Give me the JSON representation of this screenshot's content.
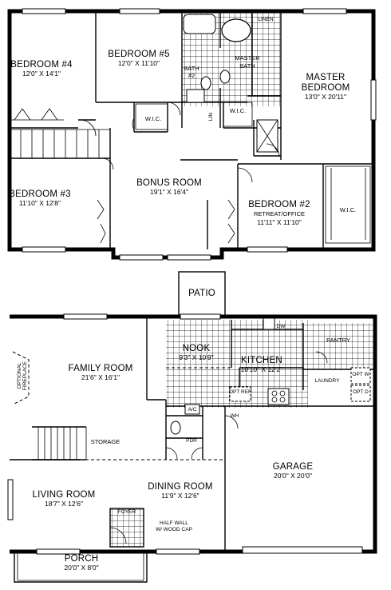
{
  "upper_floor": {
    "rooms": [
      {
        "key": "bedroom4",
        "name": "BEDROOM #4",
        "dim": "12'0\" X 14'1\""
      },
      {
        "key": "bedroom5",
        "name": "BEDROOM #5",
        "dim": "12'0\" X 11'10\""
      },
      {
        "key": "bath2_a",
        "name": "BATH",
        "dim": ""
      },
      {
        "key": "bath2_b",
        "name": "#2",
        "dim": ""
      },
      {
        "key": "linen_top",
        "name": "LINEN",
        "dim": ""
      },
      {
        "key": "master_bath_a",
        "name": "MASTER",
        "dim": ""
      },
      {
        "key": "master_bath_b",
        "name": "BATH",
        "dim": ""
      },
      {
        "key": "master_a",
        "name": "MASTER",
        "dim": ""
      },
      {
        "key": "master_b",
        "name": "BEDROOM",
        "dim": "13'0\" X 20'11\""
      },
      {
        "key": "wic1",
        "name": "W.I.C.",
        "dim": ""
      },
      {
        "key": "wic2",
        "name": "W.I.C.",
        "dim": ""
      },
      {
        "key": "wic3",
        "name": "W.I.C.",
        "dim": ""
      },
      {
        "key": "linen_side",
        "name": "LIN",
        "dim": ""
      },
      {
        "key": "bonus",
        "name": "BONUS ROOM",
        "dim": "19'1\" X 16'4\""
      },
      {
        "key": "bedroom3",
        "name": "BEDROOM #3",
        "dim": "11'10\" X 12'8\""
      },
      {
        "key": "bedroom2",
        "name": "BEDROOM #2",
        "dim": "11'11\" X 11'10\""
      },
      {
        "key": "retreat",
        "name": "RETREAT/OFFICE",
        "dim": ""
      }
    ]
  },
  "lower_floor": {
    "rooms": [
      {
        "key": "patio",
        "name": "PATIO",
        "dim": ""
      },
      {
        "key": "nook",
        "name": "NOOK",
        "dim": "9'3\" X 10'9\""
      },
      {
        "key": "kitchen",
        "name": "KITCHEN",
        "dim": "10'10\" X 12'2\""
      },
      {
        "key": "family",
        "name": "FAMILY ROOM",
        "dim": "21'6\" X 16'1\""
      },
      {
        "key": "fireplace_a",
        "name": "OPTIONAL",
        "dim": ""
      },
      {
        "key": "fireplace_b",
        "name": "FIREPLACE",
        "dim": ""
      },
      {
        "key": "pantry",
        "name": "PANTRY",
        "dim": ""
      },
      {
        "key": "laundry",
        "name": "LAUNDRY",
        "dim": ""
      },
      {
        "key": "storage",
        "name": "STORAGE",
        "dim": ""
      },
      {
        "key": "pdr",
        "name": "PDR",
        "dim": ""
      },
      {
        "key": "garage",
        "name": "GARAGE",
        "dim": "20'0\" X 20'0\""
      },
      {
        "key": "living",
        "name": "LIVING ROOM",
        "dim": "18'7\" X 12'6\""
      },
      {
        "key": "dining",
        "name": "DINING ROOM",
        "dim": "11'9\" X 12'6\""
      },
      {
        "key": "foyer",
        "name": "FOYER",
        "dim": ""
      },
      {
        "key": "half_wall_a",
        "name": "HALF WALL",
        "dim": ""
      },
      {
        "key": "half_wall_b",
        "name": "W/ WOOD CAP",
        "dim": ""
      },
      {
        "key": "porch",
        "name": "PORCH",
        "dim": "20'0\" X 8'0\""
      }
    ],
    "fixtures": {
      "dw": "DW",
      "opt_ref": "OPT REF",
      "opt_w": "OPT W",
      "opt_d": "OPT D",
      "wh": "WH",
      "ac": "A/C"
    }
  }
}
